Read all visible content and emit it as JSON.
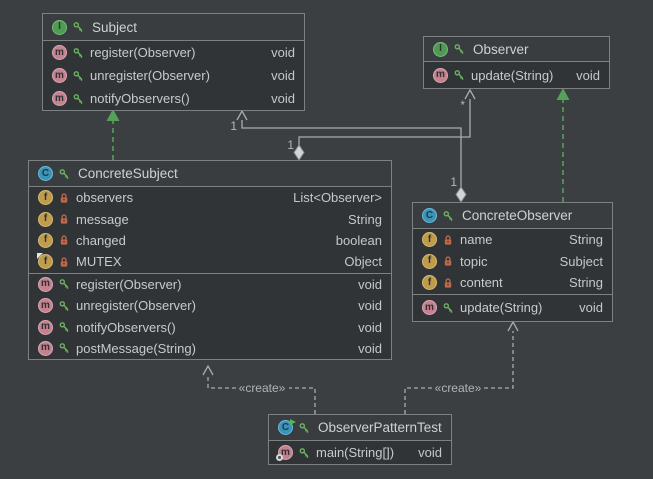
{
  "icons": {
    "interface": "I",
    "class": "C",
    "method": "m",
    "field": "f"
  },
  "colors": {
    "canvas_bg": "#3C3F41",
    "node_bg": "#313436",
    "node_header_bg": "#3A3D3F",
    "node_border": "#7E8183",
    "text": "#C8CACC",
    "interface_icon": "#4E9C52",
    "class_icon": "#3795BC",
    "method_icon": "#C5818F",
    "field_icon": "#BE9B4D",
    "realization_green": "#55A05A",
    "edge_gray": "#A9ACAE"
  },
  "classes": [
    {
      "name": "Subject",
      "kind": "interface",
      "methods": [
        {
          "name": "register(Observer)",
          "type": "void"
        },
        {
          "name": "unregister(Observer)",
          "type": "void"
        },
        {
          "name": "notifyObservers()",
          "type": "void"
        }
      ]
    },
    {
      "name": "Observer",
      "kind": "interface",
      "methods": [
        {
          "name": "update(String)",
          "type": "void"
        }
      ]
    },
    {
      "name": "ConcreteSubject",
      "kind": "class",
      "fields": [
        {
          "name": "observers",
          "type": "List<Observer>"
        },
        {
          "name": "message",
          "type": "String"
        },
        {
          "name": "changed",
          "type": "boolean"
        },
        {
          "name": "MUTEX",
          "type": "Object",
          "static": true
        }
      ],
      "methods": [
        {
          "name": "register(Observer)",
          "type": "void"
        },
        {
          "name": "unregister(Observer)",
          "type": "void"
        },
        {
          "name": "notifyObservers()",
          "type": "void"
        },
        {
          "name": "postMessage(String)",
          "type": "void"
        }
      ]
    },
    {
      "name": "ConcreteObserver",
      "kind": "class",
      "fields": [
        {
          "name": "name",
          "type": "String"
        },
        {
          "name": "topic",
          "type": "Subject"
        },
        {
          "name": "content",
          "type": "String"
        }
      ],
      "methods": [
        {
          "name": "update(String)",
          "type": "void"
        }
      ]
    },
    {
      "name": "ObserverPatternTest",
      "kind": "class",
      "runnable": true,
      "methods": [
        {
          "name": "main(String[])",
          "type": "void",
          "static": true
        }
      ]
    }
  ],
  "edges": {
    "realizations": [
      {
        "from": "ConcreteSubject",
        "to": "Subject"
      },
      {
        "from": "ConcreteObserver",
        "to": "Observer"
      }
    ],
    "associations": [
      {
        "from": "ConcreteSubject",
        "to": "Observer",
        "source_label": "1",
        "target_label": "*"
      },
      {
        "from": "ConcreteObserver",
        "to": "Subject",
        "source_label": "1",
        "target_label": "1"
      }
    ],
    "dependencies": [
      {
        "from": "ObserverPatternTest",
        "to": "ConcreteSubject",
        "label": "«create»"
      },
      {
        "from": "ObserverPatternTest",
        "to": "ConcreteObserver",
        "label": "«create»"
      }
    ]
  }
}
